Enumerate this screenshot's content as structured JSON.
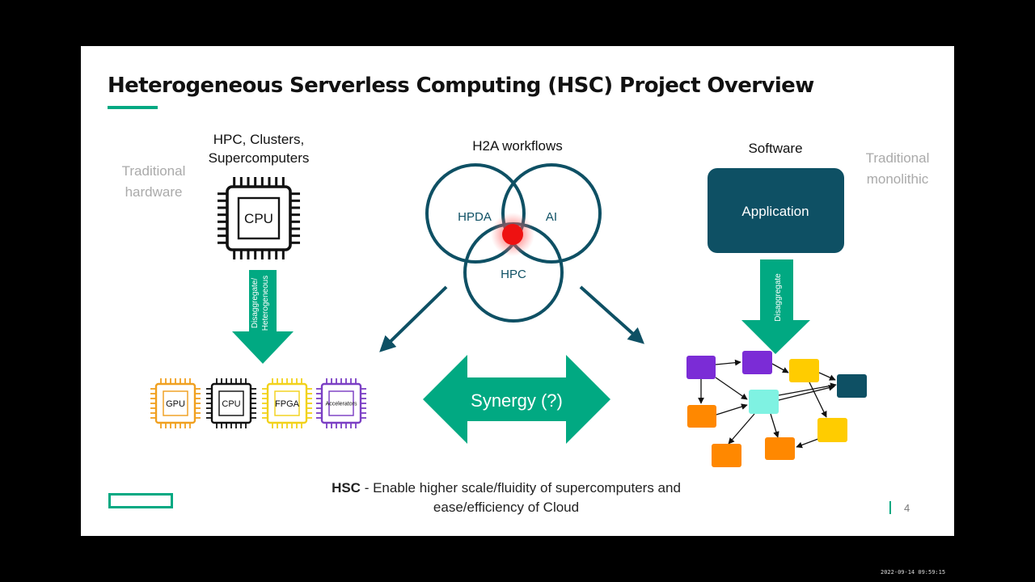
{
  "title": "Heterogeneous Serverless Computing (HSC) Project Overview",
  "left": {
    "side_label_line1": "Traditional",
    "side_label_line2": "hardware",
    "heading_line1": "HPC, Clusters,",
    "heading_line2": "Supercomputers",
    "cpu_label": "CPU",
    "arrow_label_line1": "Disaggregate/",
    "arrow_label_line2": "Heterogeneous",
    "chips": [
      {
        "label": "GPU",
        "color": "#f0a020"
      },
      {
        "label": "CPU",
        "color": "#111111"
      },
      {
        "label": "FPGA",
        "color": "#f2d21b"
      },
      {
        "label": "Accelerators",
        "color": "#7b3fc4"
      }
    ]
  },
  "center": {
    "heading": "H2A workflows",
    "circles": {
      "hpda": "HPDA",
      "ai": "AI",
      "hpc": "HPC"
    },
    "synergy_label": "Synergy (?)"
  },
  "right": {
    "heading": "Software",
    "side_label_line1": "Traditional",
    "side_label_line2": "monolithic",
    "application_label": "Application",
    "arrow_label": "Disaggregate"
  },
  "caption": {
    "bold": "HSC",
    "line1_rest": " - Enable higher scale/fluidity of supercomputers and",
    "line2": "ease/efficiency of Cloud"
  },
  "page_number": "4",
  "timestamp": "2022-09-14 09:59:15",
  "colors": {
    "accent": "#01a982",
    "teal_dark": "#0e5064",
    "purple": "#7b2cd6",
    "yellow": "#ffcc00",
    "orange": "#ff8800",
    "cyan": "#7ff2e2",
    "red": "#ee1111"
  }
}
